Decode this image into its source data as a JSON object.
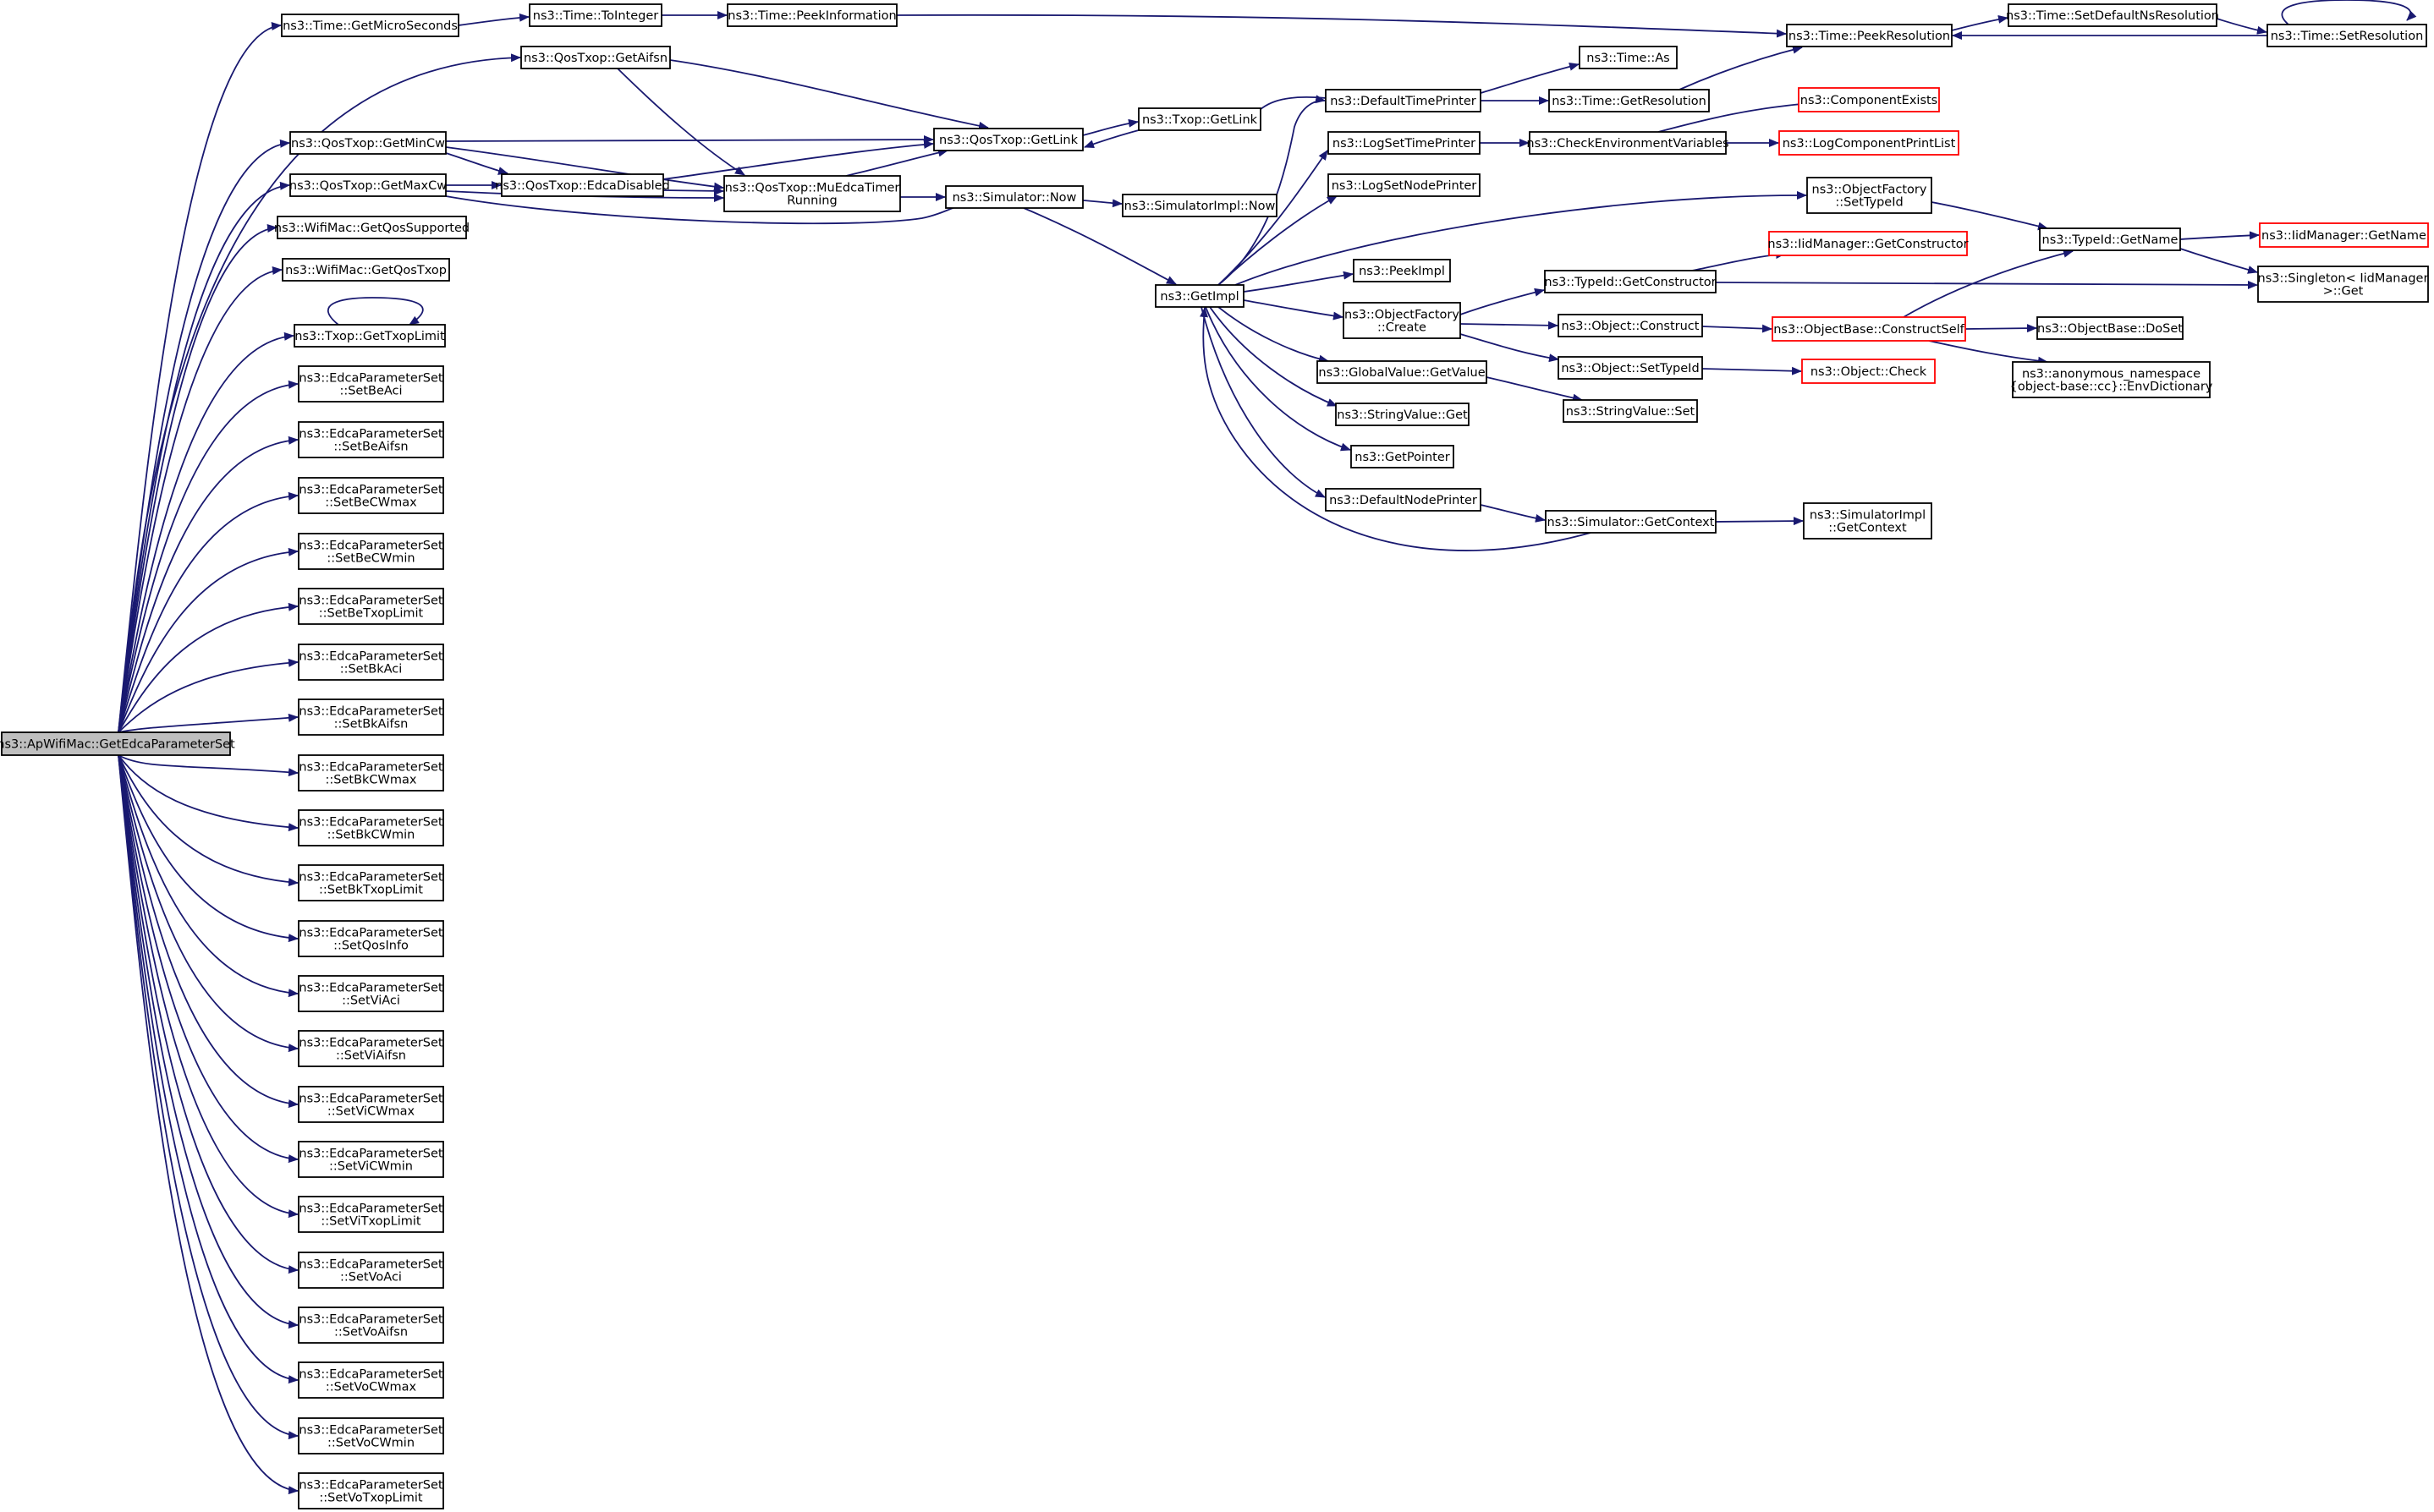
{
  "colors": {
    "edge": "#191970",
    "border_normal": "#000000",
    "border_undocumented": "#ff0000",
    "root_fill": "#bfbfbf",
    "node_fill": "#ffffff"
  },
  "nodes": [
    {
      "id": "root",
      "lines": [
        "ns3::ApWifiMac::GetEdcaParameterSet"
      ],
      "kind": "root"
    },
    {
      "id": "getMicro",
      "lines": [
        "ns3::Time::GetMicroSeconds"
      ]
    },
    {
      "id": "toInteger",
      "lines": [
        "ns3::Time::ToInteger"
      ]
    },
    {
      "id": "peekInfo",
      "lines": [
        "ns3::Time::PeekInformation"
      ]
    },
    {
      "id": "peekRes",
      "lines": [
        "ns3::Time::PeekResolution"
      ]
    },
    {
      "id": "setDefNs",
      "lines": [
        "ns3::Time::SetDefaultNsResolution"
      ]
    },
    {
      "id": "setRes",
      "lines": [
        "ns3::Time::SetResolution"
      ]
    },
    {
      "id": "getAifsn",
      "lines": [
        "ns3::QosTxop::GetAifsn"
      ]
    },
    {
      "id": "getMinCw",
      "lines": [
        "ns3::QosTxop::GetMinCw"
      ]
    },
    {
      "id": "getMaxCw",
      "lines": [
        "ns3::QosTxop::GetMaxCw"
      ]
    },
    {
      "id": "qosGetLink",
      "lines": [
        "ns3::QosTxop::GetLink"
      ]
    },
    {
      "id": "txopGetLink",
      "lines": [
        "ns3::Txop::GetLink"
      ]
    },
    {
      "id": "edcaDisabled",
      "lines": [
        "ns3::QosTxop::EdcaDisabled"
      ]
    },
    {
      "id": "muEdca",
      "lines": [
        "ns3::QosTxop::MuEdcaTimer",
        "Running"
      ]
    },
    {
      "id": "simNow",
      "lines": [
        "ns3::Simulator::Now"
      ]
    },
    {
      "id": "simImplNow",
      "lines": [
        "ns3::SimulatorImpl::Now"
      ]
    },
    {
      "id": "getQosSupported",
      "lines": [
        "ns3::WifiMac::GetQosSupported"
      ]
    },
    {
      "id": "getQosTxop",
      "lines": [
        "ns3::WifiMac::GetQosTxop"
      ]
    },
    {
      "id": "getTxopLimit",
      "lines": [
        "ns3::Txop::GetTxopLimit"
      ]
    },
    {
      "id": "setBeAci",
      "lines": [
        "ns3::EdcaParameterSet",
        "::SetBeAci"
      ]
    },
    {
      "id": "setBeAifsn",
      "lines": [
        "ns3::EdcaParameterSet",
        "::SetBeAifsn"
      ]
    },
    {
      "id": "setBeCWmax",
      "lines": [
        "ns3::EdcaParameterSet",
        "::SetBeCWmax"
      ]
    },
    {
      "id": "setBeCWmin",
      "lines": [
        "ns3::EdcaParameterSet",
        "::SetBeCWmin"
      ]
    },
    {
      "id": "setBeTxop",
      "lines": [
        "ns3::EdcaParameterSet",
        "::SetBeTxopLimit"
      ]
    },
    {
      "id": "setBkAci",
      "lines": [
        "ns3::EdcaParameterSet",
        "::SetBkAci"
      ]
    },
    {
      "id": "setBkAifsn",
      "lines": [
        "ns3::EdcaParameterSet",
        "::SetBkAifsn"
      ]
    },
    {
      "id": "setBkCWmax",
      "lines": [
        "ns3::EdcaParameterSet",
        "::SetBkCWmax"
      ]
    },
    {
      "id": "setBkCWmin",
      "lines": [
        "ns3::EdcaParameterSet",
        "::SetBkCWmin"
      ]
    },
    {
      "id": "setBkTxop",
      "lines": [
        "ns3::EdcaParameterSet",
        "::SetBkTxopLimit"
      ]
    },
    {
      "id": "setQosInfo",
      "lines": [
        "ns3::EdcaParameterSet",
        "::SetQosInfo"
      ]
    },
    {
      "id": "setViAci",
      "lines": [
        "ns3::EdcaParameterSet",
        "::SetViAci"
      ]
    },
    {
      "id": "setViAifsn",
      "lines": [
        "ns3::EdcaParameterSet",
        "::SetViAifsn"
      ]
    },
    {
      "id": "setViCWmax",
      "lines": [
        "ns3::EdcaParameterSet",
        "::SetViCWmax"
      ]
    },
    {
      "id": "setViCWmin",
      "lines": [
        "ns3::EdcaParameterSet",
        "::SetViCWmin"
      ]
    },
    {
      "id": "setViTxop",
      "lines": [
        "ns3::EdcaParameterSet",
        "::SetViTxopLimit"
      ]
    },
    {
      "id": "setVoAci",
      "lines": [
        "ns3::EdcaParameterSet",
        "::SetVoAci"
      ]
    },
    {
      "id": "setVoAifsn",
      "lines": [
        "ns3::EdcaParameterSet",
        "::SetVoAifsn"
      ]
    },
    {
      "id": "setVoCWmax",
      "lines": [
        "ns3::EdcaParameterSet",
        "::SetVoCWmax"
      ]
    },
    {
      "id": "setVoCWmin",
      "lines": [
        "ns3::EdcaParameterSet",
        "::SetVoCWmin"
      ]
    },
    {
      "id": "setVoTxop",
      "lines": [
        "ns3::EdcaParameterSet",
        "::SetVoTxopLimit"
      ]
    },
    {
      "id": "getImpl",
      "lines": [
        "ns3::GetImpl"
      ]
    },
    {
      "id": "defTimePrinter",
      "lines": [
        "ns3::DefaultTimePrinter"
      ]
    },
    {
      "id": "timeAs",
      "lines": [
        "ns3::Time::As"
      ]
    },
    {
      "id": "timeGetRes",
      "lines": [
        "ns3::Time::GetResolution"
      ]
    },
    {
      "id": "logSetTime",
      "lines": [
        "ns3::LogSetTimePrinter"
      ]
    },
    {
      "id": "checkEnv",
      "lines": [
        "ns3::CheckEnvironmentVariables"
      ]
    },
    {
      "id": "compExists",
      "lines": [
        "ns3::ComponentExists"
      ],
      "kind": "red"
    },
    {
      "id": "logCompPrint",
      "lines": [
        "ns3::LogComponentPrintList"
      ],
      "kind": "red"
    },
    {
      "id": "logSetNode",
      "lines": [
        "ns3::LogSetNodePrinter"
      ]
    },
    {
      "id": "ofSetTypeId",
      "lines": [
        "ns3::ObjectFactory",
        "::SetTypeId"
      ]
    },
    {
      "id": "peekImpl",
      "lines": [
        "ns3::PeekImpl"
      ]
    },
    {
      "id": "iidGetCtor",
      "lines": [
        "ns3::IidManager::GetConstructor"
      ],
      "kind": "red"
    },
    {
      "id": "typeIdGetCtor",
      "lines": [
        "ns3::TypeId::GetConstructor"
      ]
    },
    {
      "id": "typeIdGetName",
      "lines": [
        "ns3::TypeId::GetName"
      ]
    },
    {
      "id": "iidGetName",
      "lines": [
        "ns3::IidManager::GetName"
      ],
      "kind": "red"
    },
    {
      "id": "singletonGet",
      "lines": [
        "ns3::Singleton< IidManager",
        "  >::Get"
      ]
    },
    {
      "id": "ofCreate",
      "lines": [
        "ns3::ObjectFactory",
        "::Create"
      ]
    },
    {
      "id": "objConstruct",
      "lines": [
        "ns3::Object::Construct"
      ]
    },
    {
      "id": "objBaseConstructSelf",
      "lines": [
        "ns3::ObjectBase::ConstructSelf"
      ],
      "kind": "red"
    },
    {
      "id": "objBaseDoSet",
      "lines": [
        "ns3::ObjectBase::DoSet"
      ]
    },
    {
      "id": "envDict",
      "lines": [
        "ns3::anonymous_namespace",
        "{object-base::cc}::EnvDictionary"
      ]
    },
    {
      "id": "objSetTypeId",
      "lines": [
        "ns3::Object::SetTypeId"
      ]
    },
    {
      "id": "objCheck",
      "lines": [
        "ns3::Object::Check"
      ],
      "kind": "red"
    },
    {
      "id": "gvGetValue",
      "lines": [
        "ns3::GlobalValue::GetValue"
      ]
    },
    {
      "id": "svGet",
      "lines": [
        "ns3::StringValue::Get"
      ]
    },
    {
      "id": "svSet",
      "lines": [
        "ns3::StringValue::Set"
      ]
    },
    {
      "id": "getPointer",
      "lines": [
        "ns3::GetPointer"
      ]
    },
    {
      "id": "defNodePrinter",
      "lines": [
        "ns3::DefaultNodePrinter"
      ]
    },
    {
      "id": "simGetContext",
      "lines": [
        "ns3::Simulator::GetContext"
      ]
    },
    {
      "id": "simImplGetContext",
      "lines": [
        "ns3::SimulatorImpl",
        "::GetContext"
      ]
    }
  ]
}
